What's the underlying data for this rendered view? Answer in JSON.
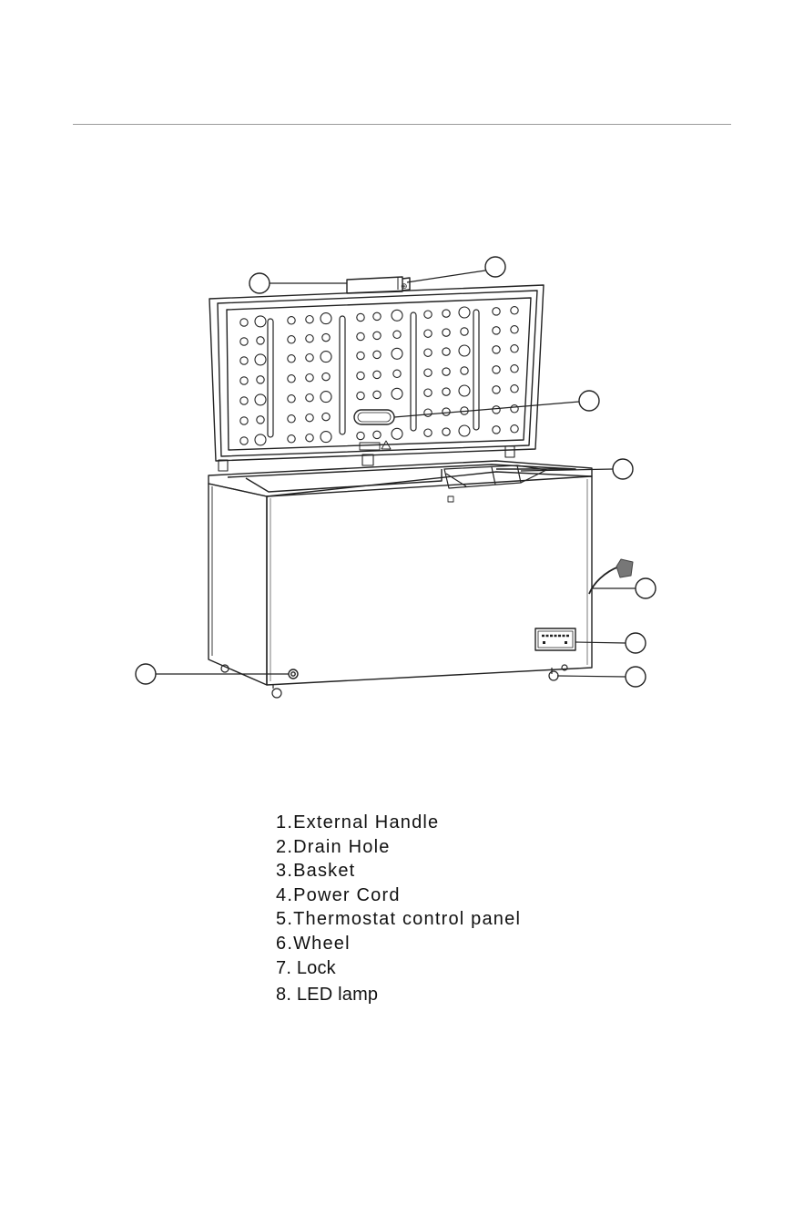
{
  "parts": [
    "1.External Handle",
    "2.Drain Hole",
    "3.Basket",
    "4.Power Cord",
    "5.Thermostat control panel",
    "6.Wheel",
    "7. Lock",
    "8. LED lamp"
  ],
  "callouts": [
    "",
    "",
    "",
    "",
    "",
    "",
    "",
    "",
    ""
  ]
}
